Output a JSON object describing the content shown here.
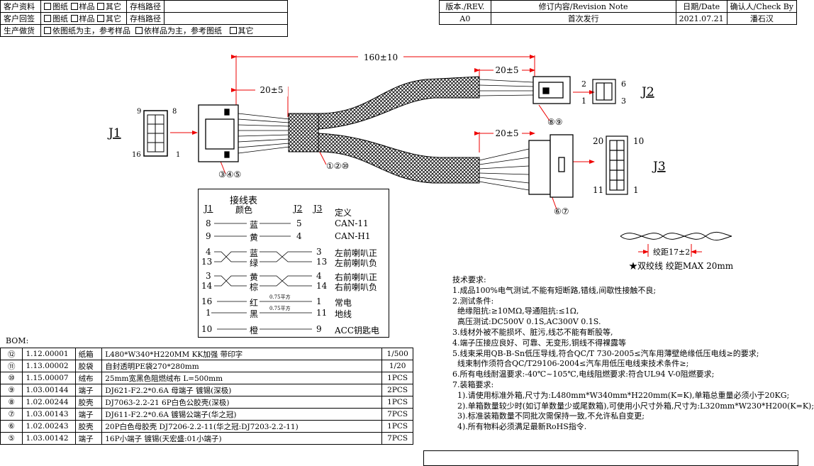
{
  "top_left": [
    {
      "label": "客户资料",
      "opts": [
        "图纸",
        "样品",
        "其它"
      ],
      "path": "存档路径"
    },
    {
      "label": "客户回签",
      "opts": [
        "图纸",
        "样品",
        "其它"
      ],
      "path": "存档路径"
    },
    {
      "label": "生产做货",
      "opts": [
        "依图纸为主，参考样品",
        "依样品为主，参考图纸",
        "其它"
      ],
      "path": ""
    }
  ],
  "revision": {
    "headers": [
      "版本./REV.",
      "修订内容/Revision Note",
      "日期/Date",
      "确认人/Check By"
    ],
    "row": [
      "A0",
      "首次发行",
      "2021.07.21",
      "潘石汉"
    ]
  },
  "dims": {
    "total": "160±10",
    "left": "20±5",
    "j2": "20±5",
    "j3": "20±5",
    "twist": "绞距17±2",
    "twist_note": "★双绞线 绞距MAX 20mm"
  },
  "connectors": {
    "j1": "J1",
    "j2": "J2",
    "j3": "J3",
    "j1_pins": [
      "9",
      "8",
      "16",
      "1"
    ],
    "j2_pins": [
      "2",
      "6",
      "1",
      "3"
    ],
    "j3_pins": [
      "20",
      "10",
      "11",
      "1"
    ]
  },
  "balloons": {
    "j1": "③④⑤",
    "main": "①②⑩",
    "j2": "⑧⑨",
    "j3": "⑥⑦"
  },
  "wiring": {
    "title": "接线表",
    "headers": [
      "J1",
      "颜色",
      "J2",
      "J3",
      "定义"
    ],
    "rows": [
      {
        "j1": "8",
        "color": "蓝",
        "j2": "5",
        "j3": "",
        "def": "CAN-11"
      },
      {
        "j1": "9",
        "color": "黄",
        "j2": "4",
        "j3": "",
        "def": "CAN-H1"
      },
      {
        "j1": "4",
        "color": "蓝",
        "j2": "",
        "j3": "3",
        "def": "左前喇叭正"
      },
      {
        "j1": "13",
        "color": "绿",
        "j2": "",
        "j3": "13",
        "def": "左前喇叭负"
      },
      {
        "j1": "3",
        "color": "黄",
        "j2": "",
        "j3": "4",
        "def": "右前喇叭正"
      },
      {
        "j1": "14",
        "color": "棕",
        "j2": "",
        "j3": "14",
        "def": "右前喇叭负"
      },
      {
        "j1": "16",
        "color": "红",
        "j2": "",
        "j3": "1",
        "def": "常电",
        "note": "0.75平方"
      },
      {
        "j1": "1",
        "color": "黑",
        "j2": "",
        "j3": "11",
        "def": "地线",
        "note": "0.75平方"
      },
      {
        "j1": "10",
        "color": "橙",
        "j2": "",
        "j3": "9",
        "def": "ACC钥匙电"
      }
    ]
  },
  "tech": {
    "title": "技术要求:",
    "lines": [
      "1.成品100%电气测试,不能有短断路,错线,间歇性接触不良;",
      "2.测试条件:",
      "  绝缘阻抗:≥10MΩ,导通阻抗:≤1Ω,",
      "  高压测试:DC500V 0.1S,AC300V 0.1S.",
      "3.线材外被不能损坏、脏污,线芯不能有断股等,",
      "4.端子压接应良好、可靠、无变形,铜线不得裸露等",
      "5.线束采用QB-B-Sn低压导线,符合QC/T 730-2005≤汽车用薄壁绝缘低压电线≥的要求;",
      "  线束制作须符合QC/T29106-2004≤汽车用低压电线束技术条件≥;",
      "6.所有电线耐温要求:-40℃~105℃,电线阻燃要求:符合UL94 V-0阻燃要求;",
      "7.装箱要求:",
      "  1).请使用标准外箱,尺寸为:L480mm*W340mm*H220mm(K=K),单箱总重量必须小于20KG;",
      "  2).单箱数量较少时(如订单数量少或尾数箱),可使用小尺寸外箱,尺寸为:L320mm*W230*H200(K=K);",
      "  3).标准装箱数量不同批次需保持一致,不允许私自变更;",
      "  4).所有物料必须满足最新RoHS指令."
    ]
  },
  "bom": {
    "title": "BOM:",
    "rows": [
      {
        "no": "⑫",
        "code": "1.12.00001",
        "name": "纸箱",
        "spec": "L480*W340*H220MM KK加强 带印字",
        "qty": "1/500"
      },
      {
        "no": "⑪",
        "code": "1.13.00002",
        "name": "胶袋",
        "spec": "自封透明PE袋270*280mm",
        "qty": "1/20"
      },
      {
        "no": "⑩",
        "code": "1.15.00007",
        "name": "绒布",
        "spec": "25mm宽黑色阻燃绒布 L=500mm",
        "qty": "1PCS"
      },
      {
        "no": "⑨",
        "code": "1.03.00144",
        "name": "端子",
        "spec": "DJ621-F2.2*0.6A 母端子 镀锡(深极)",
        "qty": "2PCS"
      },
      {
        "no": "⑧",
        "code": "1.02.00244",
        "name": "胶壳",
        "spec": "DJ7063-2.2-21 6P白色公胶壳(深极)",
        "qty": "1PCS"
      },
      {
        "no": "⑦",
        "code": "1.03.00143",
        "name": "端子",
        "spec": "DJ611-F2.2*0.6A 镀锡公端子(华之冠)",
        "qty": "7PCS"
      },
      {
        "no": "⑥",
        "code": "1.02.00243",
        "name": "胶壳",
        "spec": "20P白色母胶壳 DJ7206-2.2-11(华之冠:DJ7203-2.2-11)",
        "qty": "1PCS"
      },
      {
        "no": "⑤",
        "code": "1.03.00142",
        "name": "端子",
        "spec": "16P小端子 镀锡(天宏盛:01小端子)",
        "qty": "7PCS"
      }
    ]
  }
}
